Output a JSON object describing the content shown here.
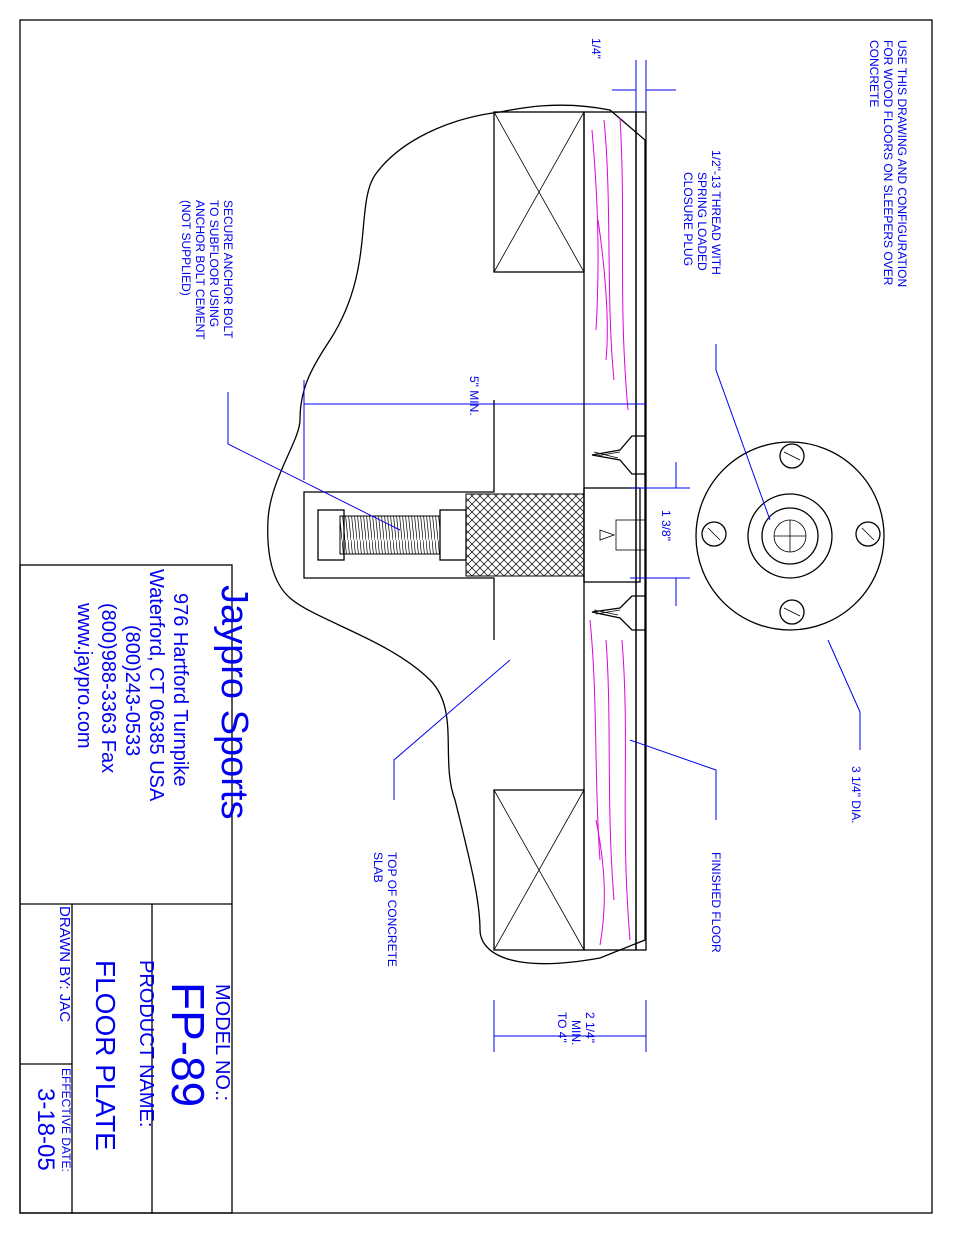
{
  "notes": {
    "usage": [
      "USE THIS DRAWING AND CONFIGURATION",
      "FOR WOOD FLOORS ON SLEEPERS OVER",
      "CONCRETE"
    ],
    "thread": [
      "1/2\"-13 THREAD WITH",
      "SPRING LOADED",
      "CLOSURE PLUG"
    ],
    "anchor": [
      "SECURE ANCHOR BOLT",
      "TO SUBFLOOR USING",
      "ANCHOR BOLT CEMENT",
      "(NOT SUPPLIED)"
    ],
    "finished_floor": "FINISHED FLOOR",
    "concrete": [
      "TOP OF CONCRETE",
      "SLAB"
    ]
  },
  "dimensions": {
    "top_thickness": "1/4\"",
    "depth_min": "5\" MIN.",
    "socket_width": "1 3/8\"",
    "plate_diameter": "3 1/4\" DIA.",
    "floor_height": [
      "2 1/4\"",
      "MIN.",
      "TO 4\""
    ]
  },
  "company": {
    "name": "Jaypro Sports",
    "lines": [
      "976 Hartford Turnpike",
      "Waterford, CT 06385 USA",
      "(800)243-0533",
      "(800)988-3363 Fax",
      "www.jaypro.com"
    ]
  },
  "titleblock": {
    "model_label": "MODEL NO.:",
    "model": "FP-89",
    "product_label": "PRODUCT NAME:",
    "product": "FLOOR PLATE",
    "drawn_by": "DRAWN BY: JAC",
    "effective_label": "EFFECTIVE DATE:",
    "effective_date": "3-18-05"
  },
  "colors": {
    "annotation": "#0000ee",
    "outline": "#000000",
    "wood_grain": "#e000e0"
  }
}
